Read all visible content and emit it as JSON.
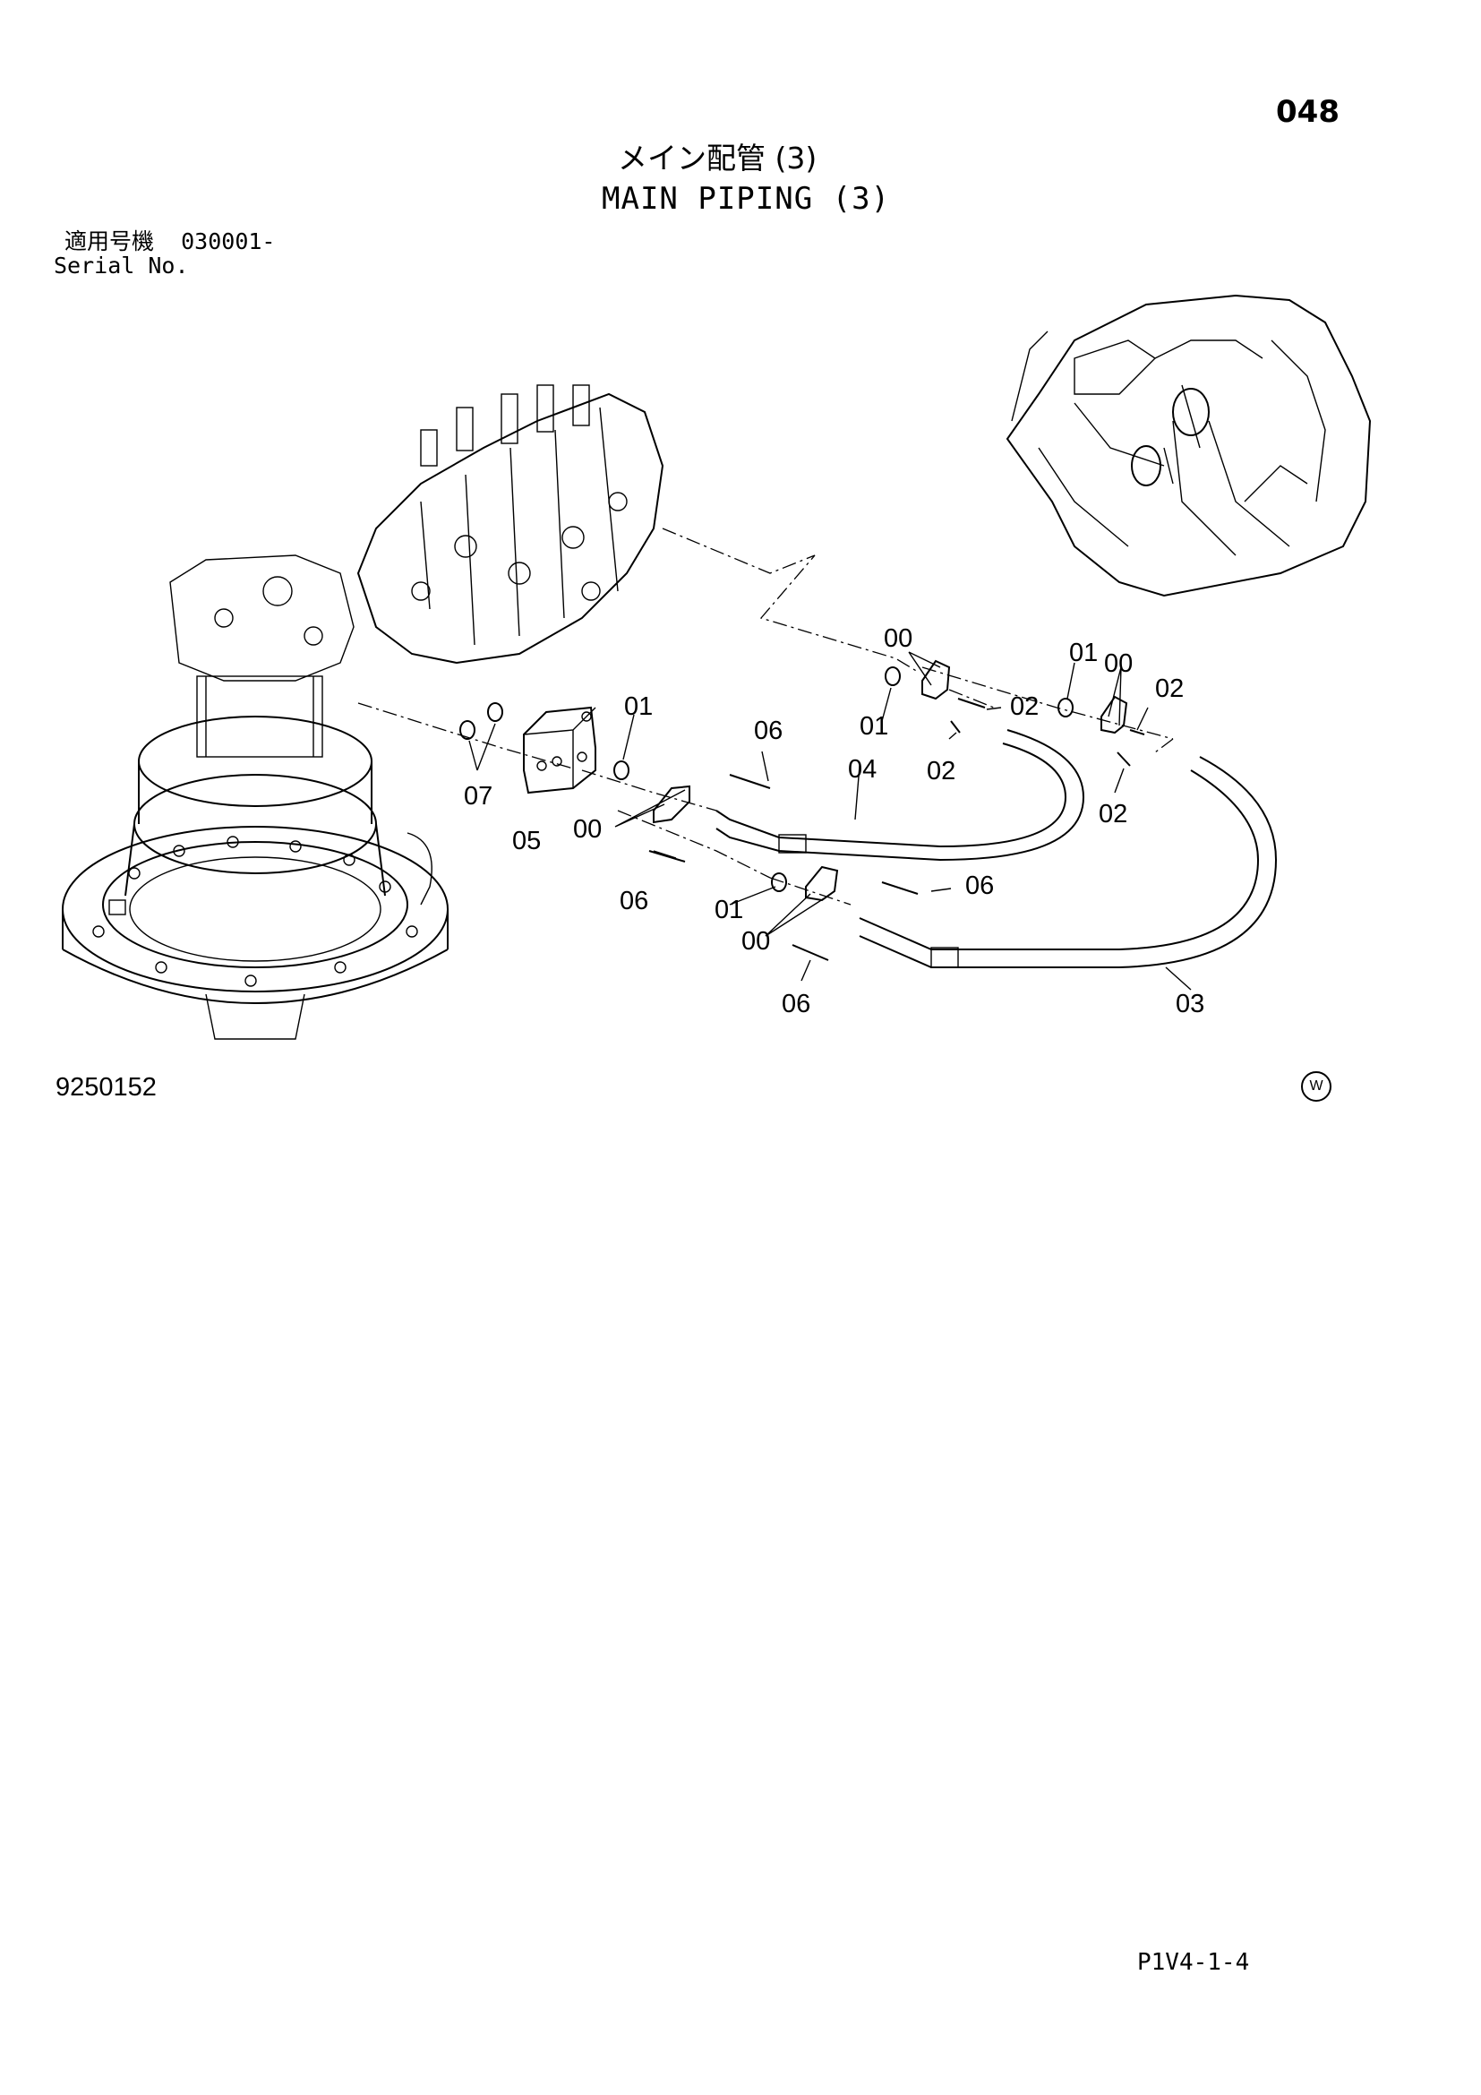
{
  "page_number": "048",
  "title_jp": "メイン配管 (3)",
  "title_en": "MAIN PIPING (3)",
  "serial": {
    "label_jp": "適用号機",
    "value": "030001-",
    "label_en": "Serial No."
  },
  "figure_number": "9250152",
  "mark": "W",
  "footer_code": "P1V4-1-4",
  "callouts": [
    "00",
    "00",
    "00",
    "00",
    "01",
    "01",
    "01",
    "01",
    "02",
    "02",
    "02",
    "02",
    "03",
    "04",
    "05",
    "06",
    "06",
    "06",
    "06",
    "07"
  ]
}
